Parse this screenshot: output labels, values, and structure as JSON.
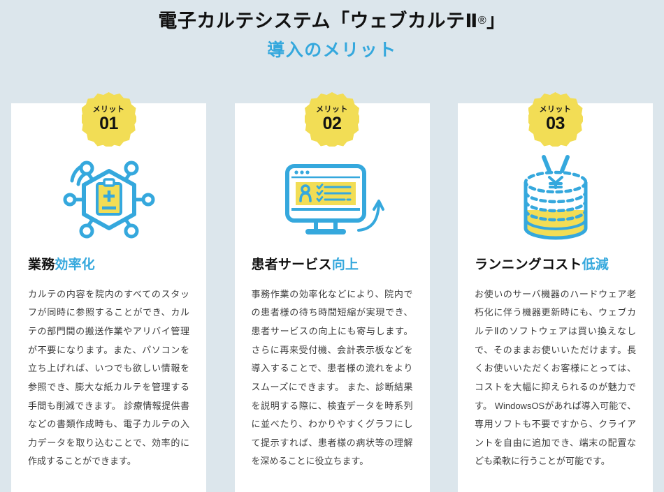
{
  "header": {
    "title_main": "電子カルテシステム「ウェブカルテⅡ",
    "title_reg": "®",
    "title_close": "」",
    "title_sub": "導入のメリット"
  },
  "colors": {
    "background": "#dce6ec",
    "card": "#ffffff",
    "accent_blue": "#35a8dd",
    "accent_yellow": "#f2dd55",
    "text": "#3b3b3b",
    "heading": "#111111"
  },
  "cards": [
    {
      "badge_label": "メリット",
      "badge_number": "01",
      "icon": "network-clipboard-icon",
      "heading_black": "業務",
      "heading_accent": "効率化",
      "body": "カルテの内容を院内のすべてのスタッフが同時に参照することができ、カルテの部門間の搬送作業やアリバイ管理が不要になります。また、パソコンを立ち上げれば、いつでも欲しい情報を参照でき、膨大な紙カルテを管理する手間も削減できます。\n診療情報提供書などの書類作成時も、電子カルテの入力データを取り込むことで、効率的に作成することができます。"
    },
    {
      "badge_label": "メリット",
      "badge_number": "02",
      "icon": "monitor-checklist-icon",
      "heading_black": "患者サービス",
      "heading_accent": "向上",
      "body": "事務作業の効率化などにより、院内での患者様の待ち時間短縮が実現でき、患者サービスの向上にも寄与します。さらに再来受付機、会計表示板などを導入することで、患者様の流れをよりスムーズにできます。\nまた、診断結果を説明する際に、検査データを時系列に並べたり、わかりやすくグラフにして提示すれば、患者様の病状等の理解を深めることに役立ちます。"
    },
    {
      "badge_label": "メリット",
      "badge_number": "03",
      "icon": "coin-stack-yen-icon",
      "heading_black": "ランニングコスト",
      "heading_accent": "低減",
      "body": "お使いのサーバ機器のハードウェア老朽化に伴う機器更新時にも、ウェブカルテⅡのソフトウェアは買い換えなしで、そのままお使いいただけます。長くお使いいただくお客様にとっては、コストを大幅に抑えられるのが魅力です。\nWindowsOSがあれば導入可能で、専用ソフトも不要ですから、クライアントを自由に追加でき、端末の配置なども柔軟に行うことが可能です。"
    }
  ]
}
